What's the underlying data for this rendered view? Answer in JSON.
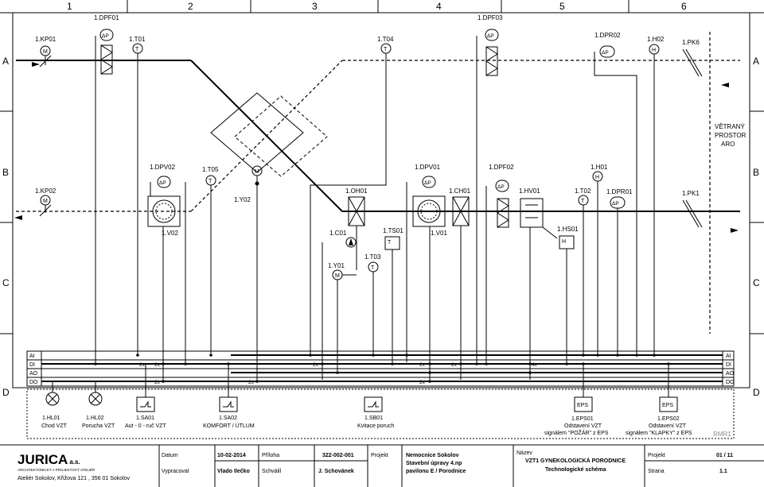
{
  "columns": [
    "1",
    "2",
    "3",
    "4",
    "5",
    "6"
  ],
  "rows": [
    "A",
    "B",
    "C",
    "D"
  ],
  "components": {
    "kp01": "1.KP01",
    "dpf01": "1.DPF01",
    "t01": "1.T01",
    "t04": "1.T04",
    "dpf03": "1.DPF03",
    "dpr02": "1.DPR02",
    "h02": "1.H02",
    "pk6": "1.PK6",
    "kp02": "1.KP02",
    "dpv02": "1.DPV02",
    "t05": "1.T05",
    "y02": "1.Y02",
    "v02": "1.V02",
    "oh01": "1.OH01",
    "c01": "1.C01",
    "ts01": "1.TS01",
    "t03": "1.T03",
    "y01": "1.Y01",
    "dpv01": "1.DPV01",
    "v01": "1.V01",
    "ch01": "1.CH01",
    "dpf02": "1.DPF02",
    "hv01": "1.HV01",
    "hs01": "1.HS01",
    "h01": "1.H01",
    "t02": "1.T02",
    "dpr01": "1.DPR01",
    "pk1": "1.PK1"
  },
  "symbols": {
    "motor": "M",
    "temp": "T",
    "humidity": "H",
    "pressure": "ΔP"
  },
  "room_label": [
    "VĚTRANÝ",
    "PROSTOR",
    "ARO"
  ],
  "bus_labels": [
    "AI",
    "DI",
    "AO",
    "DO"
  ],
  "bus_counts": {
    "x2": "2x",
    "x4": "4x"
  },
  "devices": {
    "hl01": {
      "code": "1.HL01",
      "desc": "Chod VZT"
    },
    "hl02": {
      "code": "1.HL02",
      "desc": "Porucha VZT"
    },
    "sa01": {
      "code": "1.SA01",
      "desc": "Aut - 0 - ruč VZT"
    },
    "sa02": {
      "code": "1.SA02",
      "desc": "KOMFORT / ÚTLUM"
    },
    "sb01": {
      "code": "1.SB01",
      "desc": "Kvitace poruch"
    },
    "eps01": {
      "code": "1.EPS01",
      "desc1": "Odstavení VZT",
      "desc2": "signálem \"POŽÁR\" z EPS",
      "box": "EPS"
    },
    "eps02": {
      "code": "1.EPS02",
      "desc1": "Odstavení VZT",
      "desc2": "signálem \"KLAPKY\" z EPS",
      "box": "EPS"
    }
  },
  "panel_id": "RMR1",
  "title_block": {
    "logo": "JURICA",
    "logo_suffix": "a.s.",
    "tagline": "ARCHITEKTONICKÝ A PROJEKTOVÝ ATELIÉR",
    "address": "Ateliér Sokolov, Křižova 121 , 356 01 Sokolov",
    "datum_label": "Datum",
    "datum_value": "10-02-2014",
    "vypracoval_label": "Vypracoval",
    "vypracoval_value": "Vlado Ilečko",
    "priloha_label": "Příloha",
    "priloha_value": "322-002-001",
    "schvalil_label": "Schválil",
    "schvalil_value": "J. Schovánek",
    "projekt_label": "Projekt",
    "projekt_lines": [
      "Nemocnice Sokolov",
      "Stavební úpravy 4.np",
      "pavilonu E / Porodnice"
    ],
    "nazev_label": "Název",
    "nazev_lines": [
      "VZT1 GYNEKOLOGICKÁ PORODNICE",
      "Technologické schéma"
    ],
    "projekt2_label": "Projekt",
    "projekt2_value": "01 / 11",
    "strana_label": "Strana",
    "strana_value": "1.1"
  }
}
